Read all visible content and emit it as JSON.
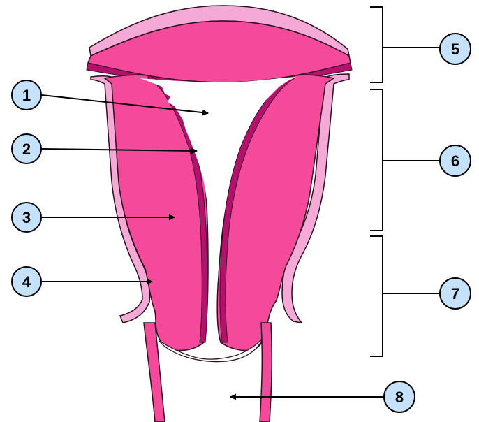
{
  "colors": {
    "serosa": "#f4a9d6",
    "myometrium": "#f54a9c",
    "endometrium": "#b5106e",
    "outline": "#2a1020",
    "cavity": "#ffffff",
    "callout_fill": "#c6e2fb",
    "callout_stroke": "#000000",
    "leader": "#000000"
  },
  "callouts": [
    {
      "id": "1",
      "label": "1"
    },
    {
      "id": "2",
      "label": "2"
    },
    {
      "id": "3",
      "label": "3"
    },
    {
      "id": "4",
      "label": "4"
    },
    {
      "id": "5",
      "label": "5"
    },
    {
      "id": "6",
      "label": "6"
    },
    {
      "id": "7",
      "label": "7"
    },
    {
      "id": "8",
      "label": "8"
    }
  ]
}
